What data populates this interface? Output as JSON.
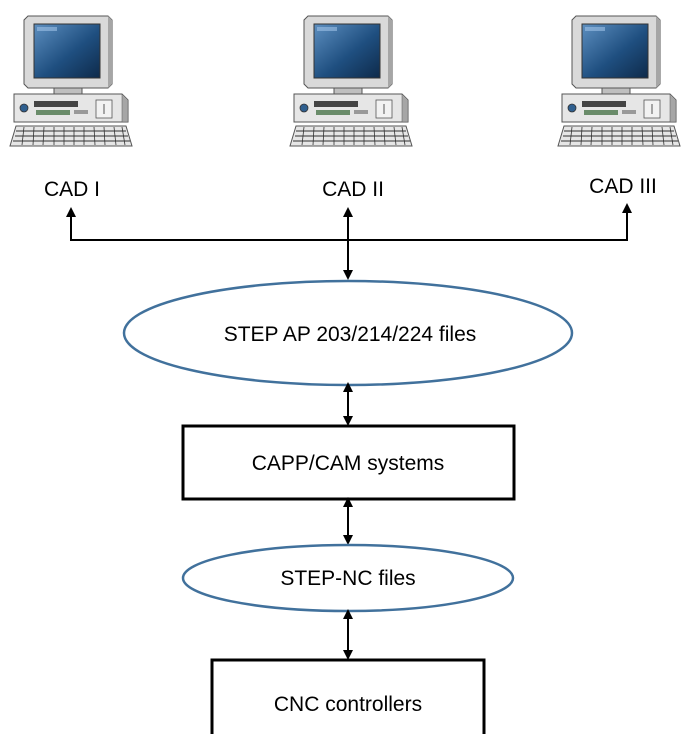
{
  "workstations": [
    {
      "label": "CAD I",
      "icon": "desktop-computer-icon"
    },
    {
      "label": "CAD II",
      "icon": "desktop-computer-icon"
    },
    {
      "label": "CAD III",
      "icon": "desktop-computer-icon"
    }
  ],
  "nodes": {
    "step_files": "STEP AP 203/214/224 files",
    "capp_cam": "CAPP/CAM systems",
    "step_nc": "STEP-NC files",
    "cnc": "CNC controllers"
  },
  "colors": {
    "ellipse_stroke": "#41719c",
    "line": "#000000",
    "screen": "#1b4a78",
    "case": "#d9d9d9"
  }
}
